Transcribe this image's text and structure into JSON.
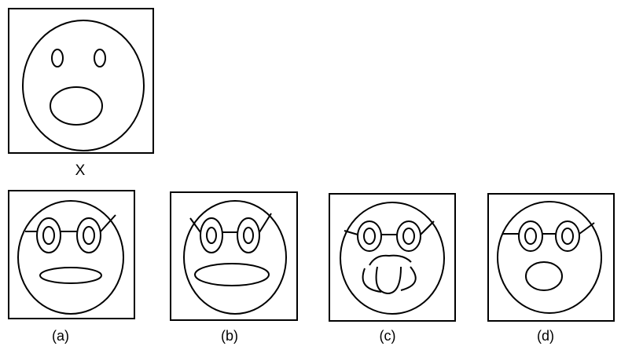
{
  "question_figure": {
    "label": "X"
  },
  "answer_options": [
    {
      "label": "(a)"
    },
    {
      "label": "(b)"
    },
    {
      "label": "(c)"
    },
    {
      "label": "(d)"
    }
  ]
}
